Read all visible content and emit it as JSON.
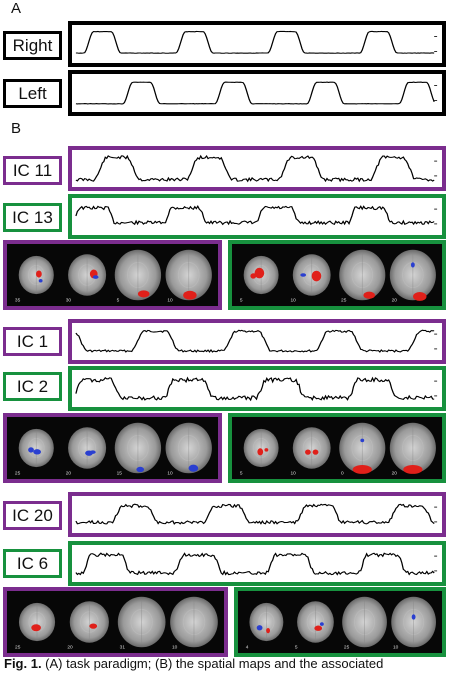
{
  "panels": {
    "a": "A",
    "b": "B"
  },
  "labels": {
    "right": "Right",
    "left": "Left",
    "ic11": "IC 11",
    "ic13": "IC 13",
    "ic1": "IC 1",
    "ic2": "IC 2",
    "ic20": "IC 20",
    "ic6": "IC 6"
  },
  "colors": {
    "purple": "#7b2d8e",
    "green": "#17913e",
    "black": "#000000",
    "activation_red": "#e0201a",
    "activation_blue": "#2a3fd0"
  },
  "slice_numbers": {
    "ic11": [
      "35",
      "30",
      "5",
      "10"
    ],
    "ic13": [
      "5",
      "10",
      "25",
      "20"
    ],
    "ic1": [
      "25",
      "20",
      "15",
      "10"
    ],
    "ic2": [
      "5",
      "10",
      "0",
      "20"
    ],
    "ic20": [
      "25",
      "20",
      "31",
      "10"
    ],
    "ic6": [
      "4",
      "5",
      "25",
      "10"
    ]
  },
  "caption": {
    "fig": "Fig. 1.",
    "text": " (A) task paradigm; (B) the spatial maps and the associated"
  }
}
